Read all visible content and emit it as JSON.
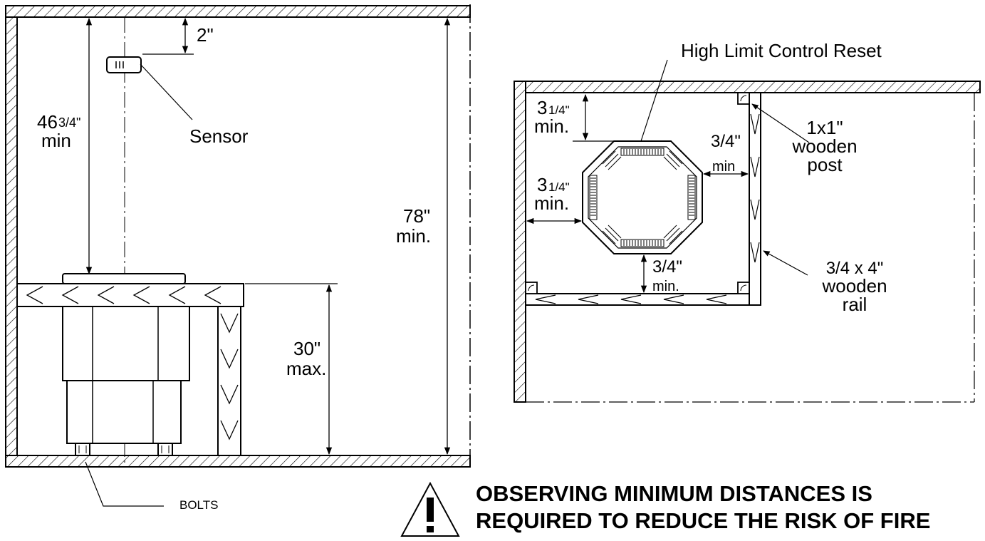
{
  "side_view": {
    "sensor_label": "Sensor",
    "dim_sensor_gap": "2\"",
    "dim_height_main": "46",
    "dim_height_frac": "3/4\"",
    "dim_height_unit": "min",
    "dim_ceiling_value": "78\"",
    "dim_ceiling_unit": "min.",
    "dim_rail_value": "30\"",
    "dim_rail_unit": "max.",
    "bolts_label": "BOLTS"
  },
  "top_view": {
    "reset_label": "High Limit Control Reset",
    "dim_top_value": "3",
    "dim_top_frac": "1/4\"",
    "dim_top_unit": "min.",
    "dim_left_value": "3",
    "dim_left_frac": "1/4\"",
    "dim_left_unit": "min.",
    "dim_right_value": "3/4\"",
    "dim_right_unit": "min",
    "dim_bottom_value": "3/4\"",
    "dim_bottom_unit": "min.",
    "post_label_1": "1x1\"",
    "post_label_2": "wooden",
    "post_label_3": "post",
    "rail_label_1": "3/4 x 4\"",
    "rail_label_2": "wooden",
    "rail_label_3": "rail"
  },
  "warning": {
    "icon": "warning-triangle-icon",
    "line1": "OBSERVING MINIMUM DISTANCES IS",
    "line2": "REQUIRED TO REDUCE THE RISK OF FIRE"
  }
}
